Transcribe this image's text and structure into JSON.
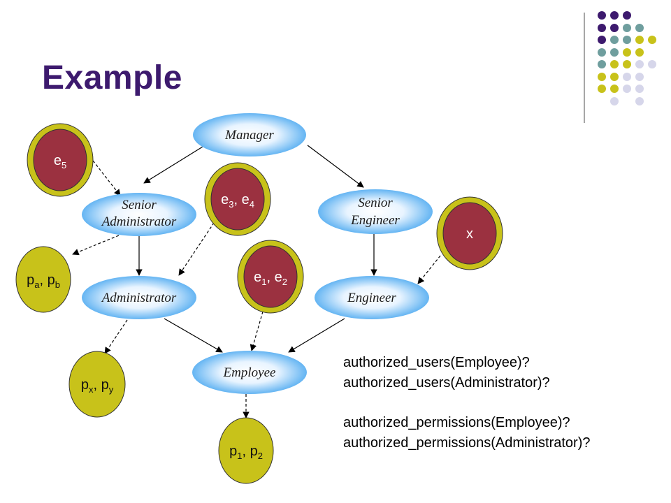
{
  "slide": {
    "title": "Example",
    "colors": {
      "title": "#3d1a6e",
      "role_ellipse_light": "#e8f4ff",
      "role_ellipse_dark": "#4aa8f0",
      "user_fill": "#9b3140",
      "user_ring": "#c8c21a",
      "permission_fill": "#c8c21a",
      "decor_purple": "#3d1a6e",
      "decor_teal": "#6f9e9e",
      "decor_lime": "#c8c21a",
      "decor_lavender": "#d6d6ea"
    }
  },
  "roles": {
    "manager": "Manager",
    "senior_administrator_line1": "Senior",
    "senior_administrator_line2": "Administrator",
    "senior_engineer_line1": "Senior",
    "senior_engineer_line2": "Engineer",
    "administrator": "Administrator",
    "engineer": "Engineer",
    "employee": "Employee"
  },
  "users": {
    "e5": {
      "base": "e",
      "sub": "5"
    },
    "e34": {
      "base1": "e",
      "sub1": "3",
      "sep": ", ",
      "base2": "e",
      "sub2": "4"
    },
    "e12": {
      "base1": "e",
      "sub1": "1",
      "sep": ", ",
      "base2": "e",
      "sub2": "2"
    },
    "x": "x"
  },
  "permissions": {
    "pab": {
      "base1": "p",
      "sub1": "a",
      "sep": ", ",
      "base2": "p",
      "sub2": "b"
    },
    "pxy": {
      "base1": "p",
      "sub1": "x",
      "sep": ", ",
      "base2": "p",
      "sub2": "y"
    },
    "p12": {
      "base1": "p",
      "sub1": "1",
      "sep": ", ",
      "base2": "p",
      "sub2": "2"
    }
  },
  "queries": {
    "q1": "authorized_users(Employee)?",
    "q2": "authorized_users(Administrator)?",
    "q3": "authorized_permissions(Employee)?",
    "q4": "authorized_permissions(Administrator)?"
  }
}
